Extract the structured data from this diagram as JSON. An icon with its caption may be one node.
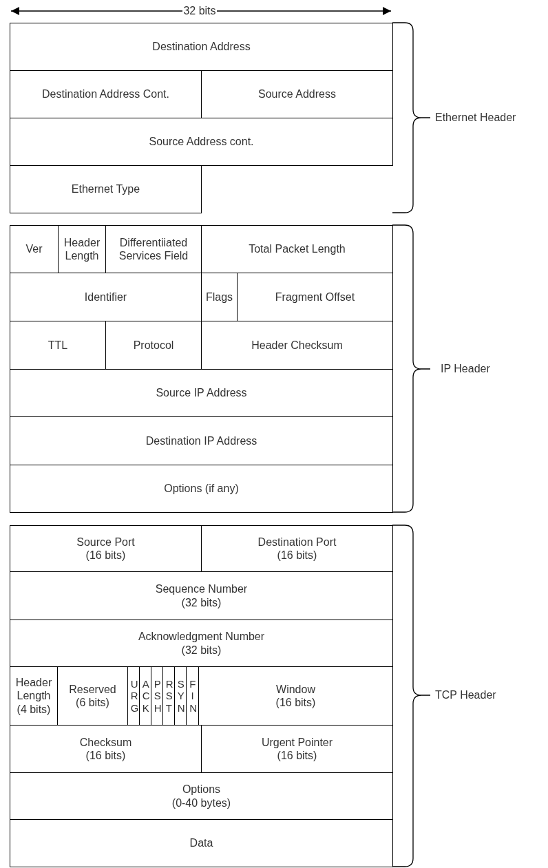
{
  "diagram": {
    "nodes": [
      {
        "text": [
          "Destination Address"
        ]
      },
      {
        "text": [
          "Destination Address Cont."
        ]
      },
      {
        "text": [
          "Source Address"
        ]
      },
      {
        "text": [
          "Source Address cont."
        ]
      },
      {
        "text": [
          "Ethernet Type"
        ]
      },
      {
        "text": [
          "Ver"
        ]
      },
      {
        "text": [
          "Header Length"
        ]
      },
      {
        "text": [
          "Differentiiated Services Field"
        ]
      },
      {
        "text": [
          "Total Packet Length"
        ]
      },
      {
        "text": [
          "Identifier"
        ]
      },
      {
        "text": [
          "Flags"
        ]
      },
      {
        "text": [
          "Fragment Offset"
        ]
      },
      {
        "text": [
          "TTL"
        ]
      },
      {
        "text": [
          "Protocol"
        ]
      },
      {
        "text": [
          "Header Checksum"
        ]
      },
      {
        "text": [
          "Source IP Address"
        ]
      },
      {
        "text": [
          "Destination IP Address"
        ]
      },
      {
        "text": [
          "Options (if any)"
        ]
      },
      {
        "text": [
          "Source Port",
          "(16 bits)"
        ]
      },
      {
        "text": [
          "Destination Port",
          "(16 bits)"
        ]
      },
      {
        "text": [
          "Sequence Number",
          "(32 bits)"
        ]
      },
      {
        "text": [
          "Acknowledgment Number",
          "(32 bits)"
        ]
      },
      {
        "text": [
          "Header Length",
          "(4 bits)"
        ]
      },
      {
        "text": [
          "Reserved",
          "(6 bits)"
        ]
      },
      {
        "text": [
          "URG"
        ]
      },
      {
        "text": [
          "ACK"
        ]
      },
      {
        "text": [
          "PSH"
        ]
      },
      {
        "text": [
          "RST"
        ]
      },
      {
        "text": [
          "SYN"
        ]
      },
      {
        "text": [
          "FIN"
        ]
      },
      {
        "text": [
          "Window",
          "(16 bits)"
        ]
      },
      {
        "text": [
          "Checksum",
          "(16 bits)"
        ]
      },
      {
        "text": [
          "Urgent Pointer",
          "(16 bits)"
        ]
      },
      {
        "text": [
          "Options",
          "(0-40 bytes)"
        ]
      },
      {
        "text": [
          "Data"
        ]
      }
    ],
    "edges": [],
    "labels": [
      "32 bits",
      "Ethernet Header",
      "IP Header",
      "TCP Header"
    ]
  }
}
